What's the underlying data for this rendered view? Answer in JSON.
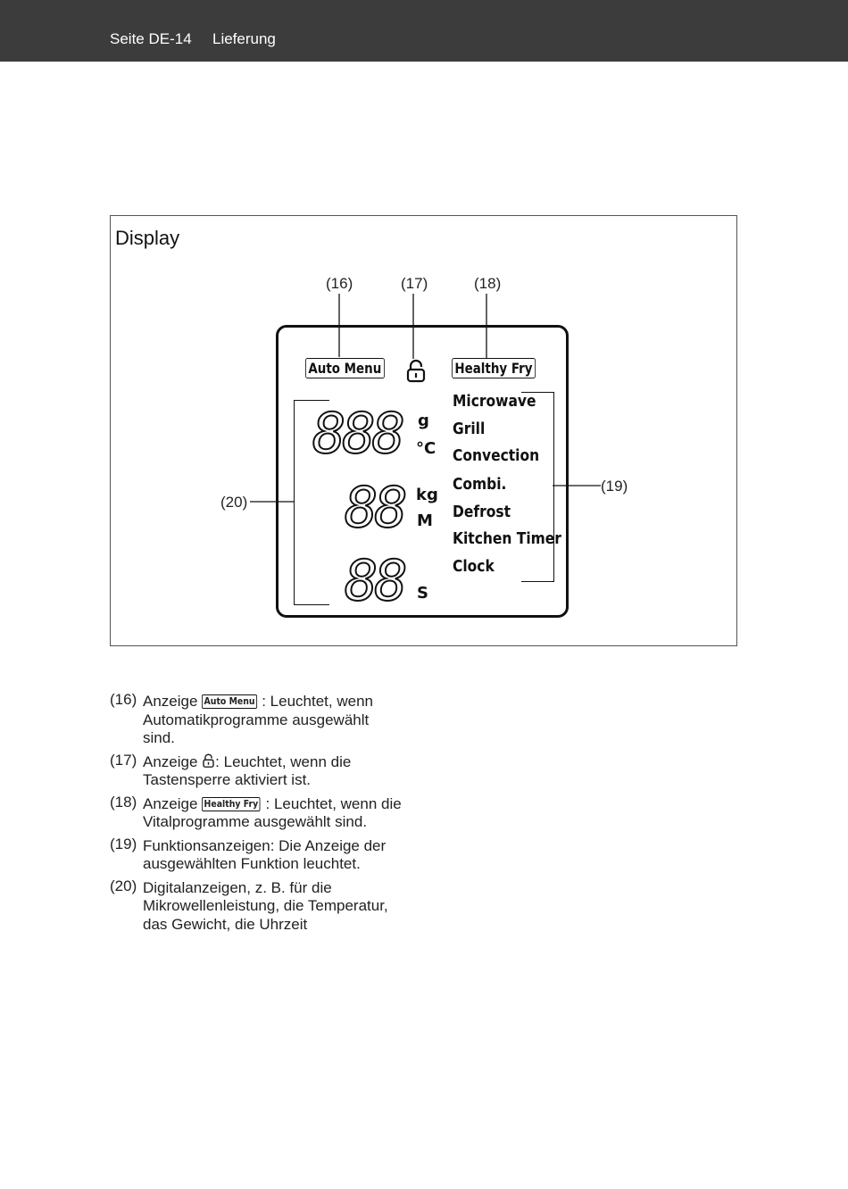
{
  "header": {
    "page": "Seite DE-14",
    "section": "Lieferung"
  },
  "figure": {
    "title": "Display",
    "callouts": {
      "c16": "(16)",
      "c17": "(17)",
      "c18": "(18)",
      "c19": "(19)",
      "c20": "(20)"
    },
    "lcd": {
      "auto_menu": "Auto Menu",
      "healthy_fry": "Healthy Fry",
      "digits_top": "888",
      "digits_mid": "88",
      "digits_bot": "88",
      "unit_g": "g",
      "unit_c": "°C",
      "unit_kg": "kg",
      "unit_m": "M",
      "unit_s": "S",
      "functions": [
        "Microwave",
        "Grill",
        "Convection",
        "Combi.",
        "Defrost",
        "Kitchen Timer",
        "Clock"
      ]
    }
  },
  "legend": [
    {
      "num": "(16)",
      "pre": "Anzeige ",
      "badge": "Auto Menu",
      "post": ": Leuchtet, wenn Automatikprogramme ausgewählt sind."
    },
    {
      "num": "(17)",
      "pre": "Anzeige ",
      "icon": "lock-icon",
      "post": ": Leuchtet, wenn die Tastensperre aktiviert ist."
    },
    {
      "num": "(18)",
      "pre": "Anzeige ",
      "badge": "Healthy Fry",
      "post": ": Leuchtet, wenn die Vitalprogramme ausgewählt sind."
    },
    {
      "num": "(19)",
      "text": "Funktionsanzeigen: Die Anzeige der ausgewählten Funktion leuchtet."
    },
    {
      "num": "(20)",
      "text": "Digitalanzeigen, z. B. für die Mikrowellenleistung, die Temperatur, das Gewicht, die Uhrzeit"
    }
  ]
}
